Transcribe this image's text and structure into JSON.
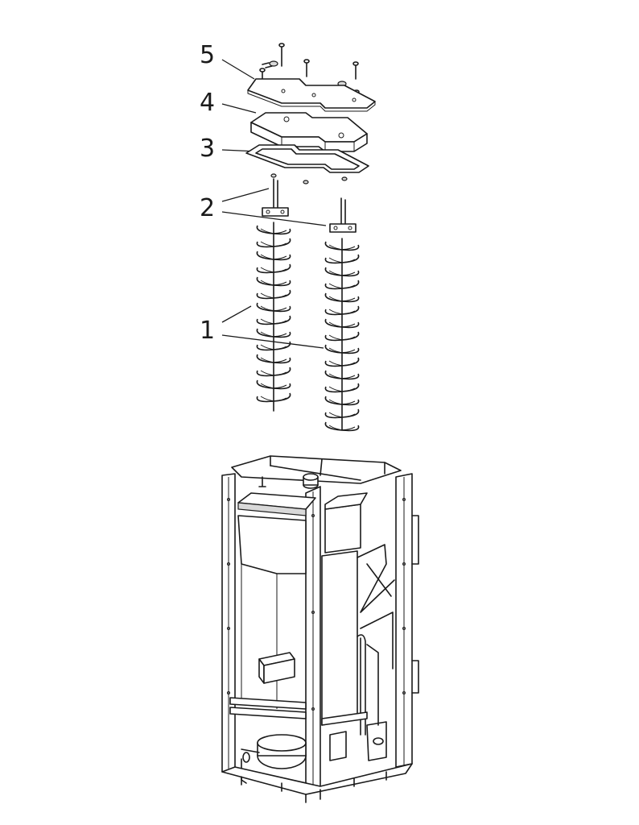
{
  "callouts": [
    {
      "label": "5",
      "part": "top-cover-plate"
    },
    {
      "label": "4",
      "part": "insulation-block"
    },
    {
      "label": "3",
      "part": "gasket-frame"
    },
    {
      "label": "2",
      "part": "auger-bracket"
    },
    {
      "label": "1",
      "part": "auger-spiral"
    }
  ]
}
